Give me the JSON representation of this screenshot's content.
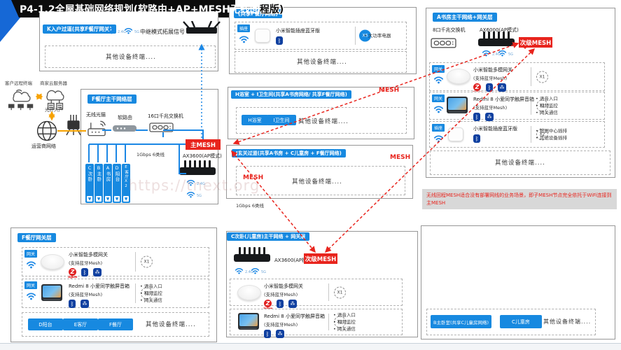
{
  "title_main": "P4-1.2全屋基础网络规划(软路由+AP+MESH无线回",
  "title_tail": "程版)",
  "watermark": "https://tnext.org",
  "mesh_label": "MESH",
  "note": "无线回程MESH适合没有部署网线的业务场景，即子MESH节点完全依托于WiFi连接到主MESH",
  "colors": {
    "accent": "#1789e0",
    "mesh_red": "#e8241d",
    "cable_orange": "#f7a200"
  },
  "left_col": {
    "client": "客户远程终端",
    "server": "商家云服务器",
    "fiber": "光纤入户",
    "isp": "运营商网络"
  },
  "box_k": {
    "label": "K入户过道(共享F餐厅网关)",
    "wifi_bands": [
      "2.4G",
      "5G"
    ],
    "repeater_text": "中继模式拓展信号",
    "others": "其他设备终端...."
  },
  "box_g": {
    "label": "(共享F餐厅网络)",
    "row": {
      "badge": "插座",
      "name": "小米智能插座蓝牙版",
      "count": "X6",
      "uses": [
        "大功率电器"
      ]
    },
    "others": "其他设备终端...."
  },
  "box_f_trunk": {
    "label": "F餐厅主干网络层",
    "modem": "无线光猫",
    "soft_router": "软路由",
    "switch": "16口千兆交换机",
    "cable": "1Gbps 6类线",
    "main_mesh": "主MESH",
    "ap": "AX3600(AP模式)",
    "wifi_bands": [
      "2.4G",
      "5G"
    ],
    "rooms": [
      "C次卧",
      "B主卧",
      "A书房",
      "D阳台",
      "E客厅X2"
    ]
  },
  "box_h": {
    "label": "H浴室 + I卫生间(共享A书房网络/ 共享F餐厅网络)",
    "tags": [
      "H浴室",
      "I卫生间"
    ],
    "others": "其他设备终端...."
  },
  "box_j": {
    "label": "J玄关过道(共享A书房 + C儿童房 + F餐厅网络)",
    "others": "其他设备终端....",
    "cable": "1Gbps 6类线"
  },
  "box_f_gw": {
    "label": "F餐厅网关层",
    "rows": [
      {
        "badge": "网关",
        "name": "小米智能多模网关",
        "sub": "(支持蓝牙Mesh)",
        "count": "X1",
        "uses": []
      },
      {
        "badge": "网关",
        "name": "Redmi 8 小爱同学触屏音箱",
        "sub": "(支持蓝牙Mesh)",
        "count": "X1",
        "uses": [
          "语音入口",
          "视频监控",
          "网关通信"
        ]
      }
    ],
    "tags": [
      "D阳台",
      "E客厅",
      "F餐厅"
    ],
    "others": "其他设备终端...."
  },
  "box_a": {
    "label": "A书房主干网络+网关层",
    "switch": "8口千兆交换机",
    "ap": "AX6000(AP模式)",
    "sub_mesh": "次级MESH",
    "wifi_bands": [
      "2.4G",
      "5G"
    ],
    "rows": [
      {
        "badge": "网关",
        "name": "小米智能多模网关",
        "sub": "(支持蓝牙Mesh)",
        "count": "X1",
        "uses": []
      },
      {
        "badge": "网关",
        "name": "Redmi 8 小爱同学触屏音箱",
        "sub": "(支持蓝牙Mesh)",
        "count": "X1",
        "uses": [
          "语音入口",
          "视频监控",
          "网关通信"
        ]
      },
      {
        "badge": "插座",
        "name": "小米智能插座蓝牙版",
        "sub": "",
        "count": "X2",
        "uses": [
          "数据中心插排",
          "其他设备插排"
        ]
      }
    ],
    "others": "其他设备终端...."
  },
  "box_c": {
    "label": "C次卧(儿童房)主干网络 + 网关层",
    "ap": "AX3600(AP模式)",
    "sub_mesh": "次级MESH",
    "wifi_bands": [
      "2.4G",
      "5G"
    ],
    "rows": [
      {
        "name": "小米智能多模网关",
        "sub": "(支持蓝牙Mesh)",
        "count": "X1",
        "uses": []
      },
      {
        "name": "Redmi 8 小爱同学触屏音箱",
        "sub": "(支持蓝牙Mesh)",
        "count": "X1",
        "uses": [
          "语音入口",
          "视频监控",
          "网关通信"
        ]
      }
    ]
  },
  "box_b": {
    "tags": [
      "B主卧室(共享C儿童房网络)",
      "C儿童房"
    ],
    "others": "其他设备终端...."
  }
}
